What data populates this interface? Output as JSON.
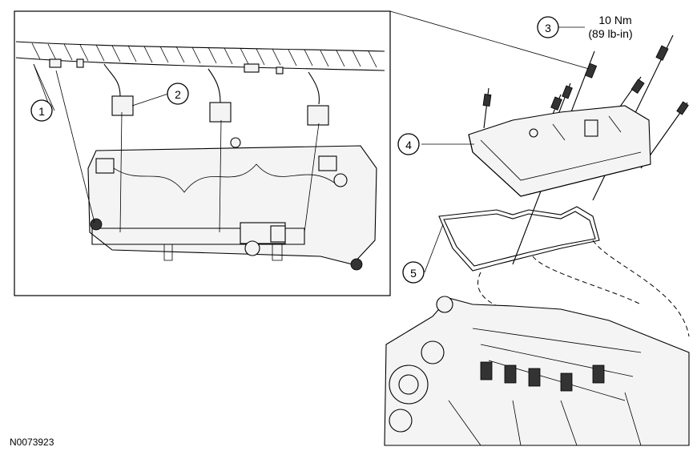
{
  "callouts": [
    {
      "id": "1",
      "label": "1"
    },
    {
      "id": "2",
      "label": "2"
    },
    {
      "id": "3",
      "label": "3"
    },
    {
      "id": "4",
      "label": "4"
    },
    {
      "id": "5",
      "label": "5"
    }
  ],
  "torque": {
    "line1": "10 Nm",
    "line2": "(89 lb-in)"
  },
  "reference_code": "N0073923"
}
